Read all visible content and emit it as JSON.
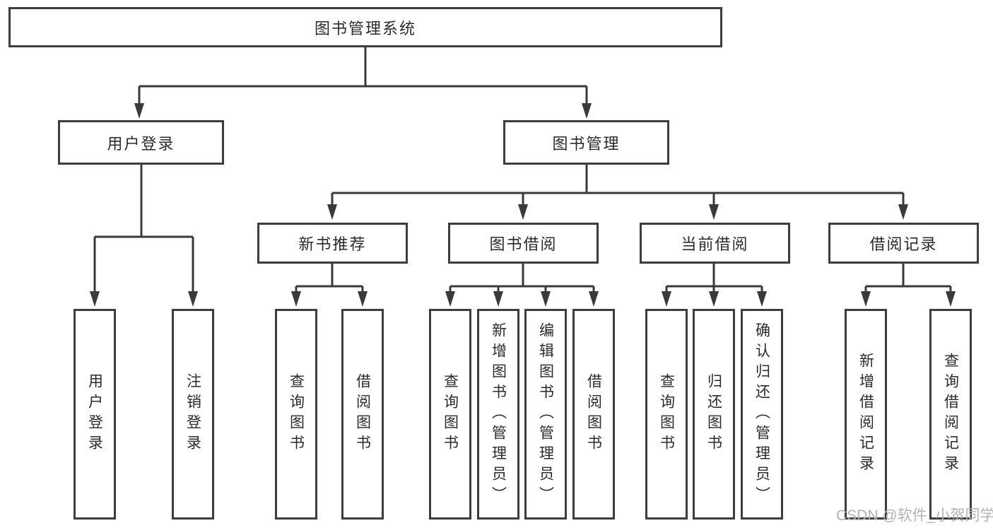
{
  "tree": {
    "label": "图书管理系统",
    "children": [
      {
        "label": "用户登录",
        "children": [
          {
            "label": "用户登录"
          },
          {
            "label": "注销登录"
          }
        ]
      },
      {
        "label": "图书管理",
        "children": [
          {
            "label": "新书推荐",
            "children": [
              {
                "label": "查询图书"
              },
              {
                "label": "借阅图书"
              }
            ]
          },
          {
            "label": "图书借阅",
            "children": [
              {
                "label": "查询图书"
              },
              {
                "label": "新增图书（管理员）"
              },
              {
                "label": "编辑图书（管理员）"
              },
              {
                "label": "借阅图书"
              }
            ]
          },
          {
            "label": "当前借阅",
            "children": [
              {
                "label": "查询图书"
              },
              {
                "label": "归还图书"
              },
              {
                "label": "确认归还（管理员）"
              }
            ]
          },
          {
            "label": "借阅记录",
            "children": [
              {
                "label": "新增借阅记录"
              },
              {
                "label": "查询借阅记录"
              }
            ]
          }
        ]
      }
    ]
  },
  "watermark": "CSDN @软件_小贺同学",
  "colors": {
    "background": "#ffffff",
    "box_border": "#3d3d3d",
    "line": "#3a3a3a",
    "text": "#2b2b2b",
    "watermark_text": "#b3b3b3"
  }
}
